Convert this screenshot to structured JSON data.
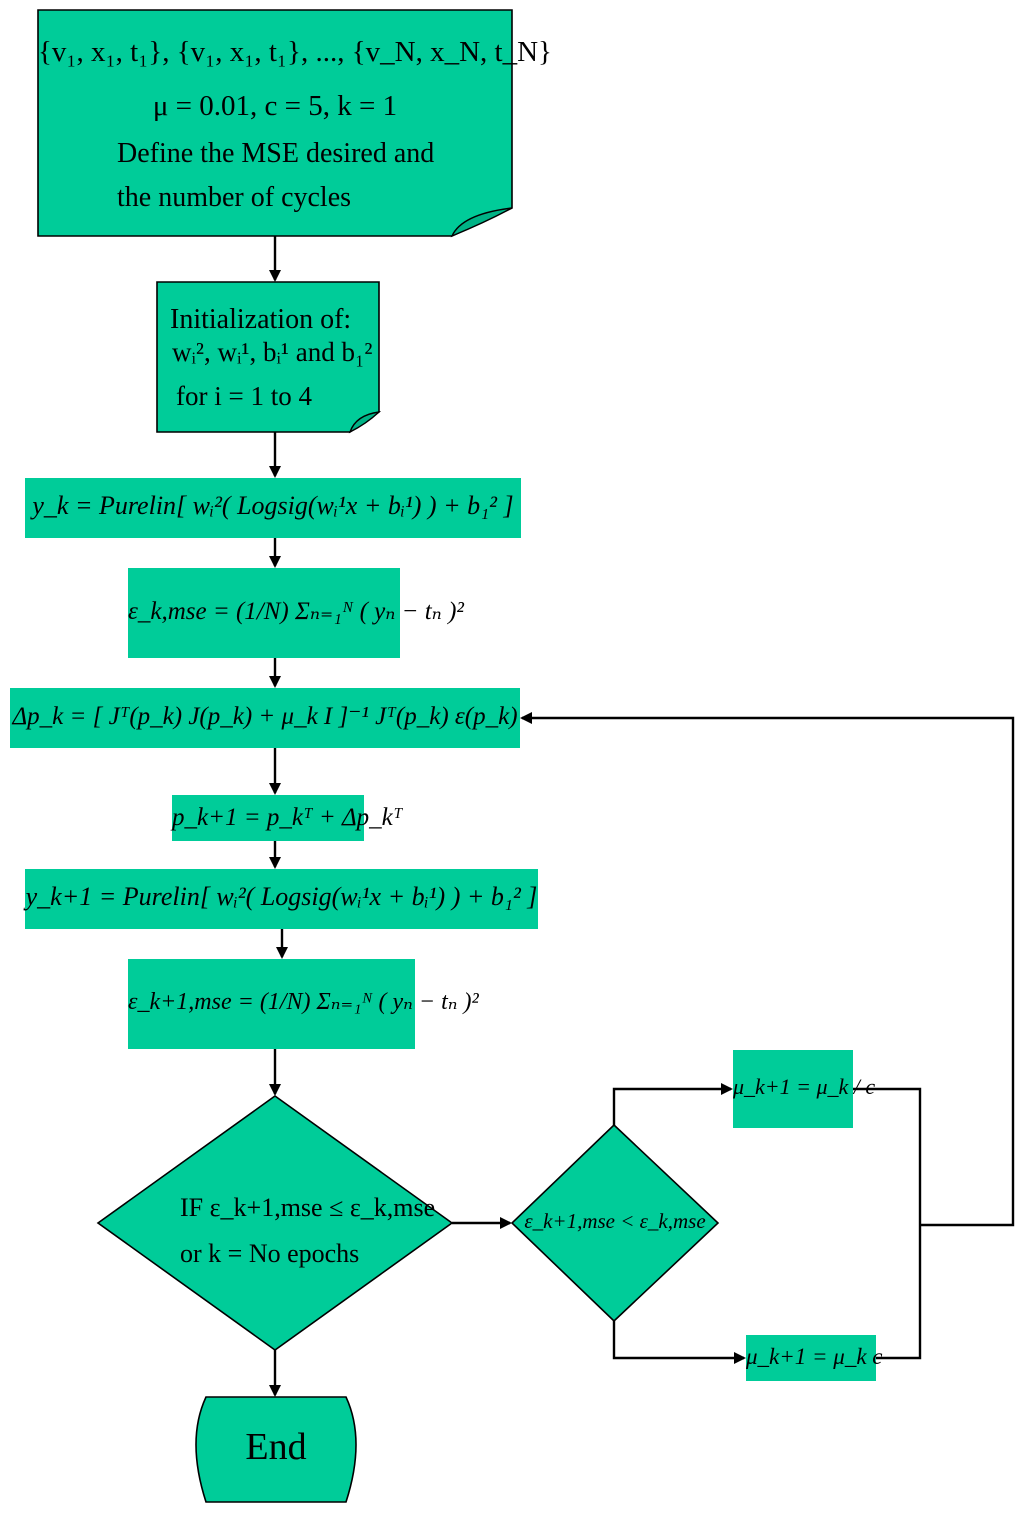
{
  "diagram": {
    "start": {
      "line1": "{v₁, x₁, t₁}, {v₁, x₁, t₁}, ..., {v_N, x_N, t_N}",
      "line2": "μ = 0.01,   c = 5,   k = 1",
      "line3": "Define the MSE desired and",
      "line4": "the number of cycles"
    },
    "init": {
      "line1": "Initialization of:",
      "line2": "wᵢ², wᵢ¹, bᵢ¹ and b₁²",
      "line3": "for   i = 1 to 4"
    },
    "step_yk": "y_k = Purelin[ wᵢ²( Logsig(wᵢ¹x + bᵢ¹) ) + b₁² ]",
    "step_ek": "ε_k,mse = (1/N) Σₙ₌₁ᴺ ( yₙ − tₙ )²",
    "step_dp": "Δp_k = [ Jᵀ(p_k) J(p_k) + μ_k I ]⁻¹ Jᵀ(p_k) ε(p_k)",
    "step_pk1": "p_k+1 = p_kᵀ + Δp_kᵀ",
    "step_yk1": "y_k+1 = Purelin[ wᵢ²( Logsig(wᵢ¹x + bᵢ¹) ) + b₁² ]",
    "step_ek1": "ε_k+1,mse = (1/N) Σₙ₌₁ᴺ ( yₙ − tₙ )²",
    "decision1": {
      "line1": "IF ε_k+1,mse ≤ ε_k,mse",
      "line2": "or k = No epochs"
    },
    "decision2": "ε_k+1,mse < ε_k,mse",
    "mu_div": "μ_k+1 = μ_k / c",
    "mu_mul": "μ_k+1 = μ_k c",
    "end": "End"
  },
  "colors": {
    "node_fill": "#00cc99",
    "stroke": "#000000"
  }
}
